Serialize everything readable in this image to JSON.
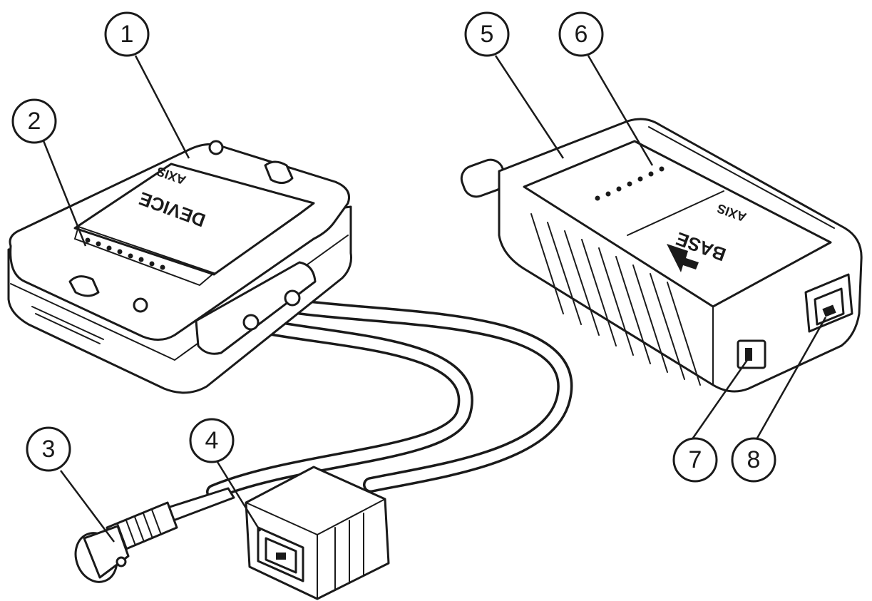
{
  "labels": {
    "device_label": "DEVICE",
    "base_label": "BASE",
    "brand_device": "AXIS",
    "brand_base": "AXIS"
  },
  "callouts": [
    {
      "number": "1"
    },
    {
      "number": "2"
    },
    {
      "number": "3"
    },
    {
      "number": "4"
    },
    {
      "number": "5"
    },
    {
      "number": "6"
    },
    {
      "number": "7"
    },
    {
      "number": "8"
    }
  ],
  "colors": {
    "line": "#1a1a1a",
    "background": "#ffffff"
  }
}
